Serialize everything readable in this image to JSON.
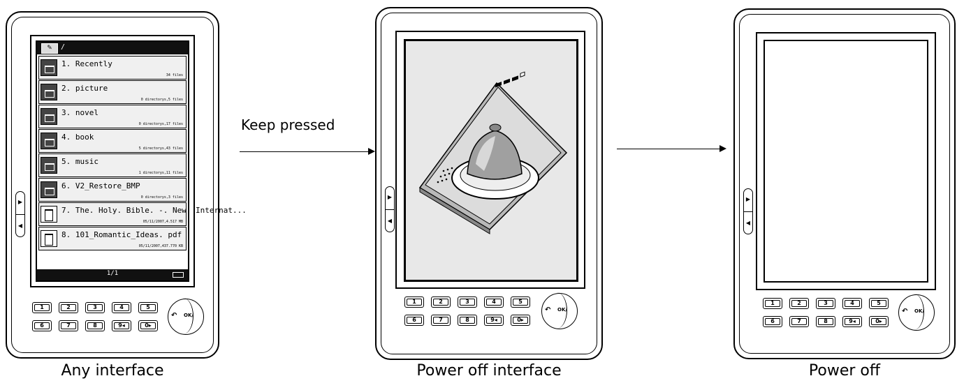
{
  "panels": [
    {
      "caption": "Any interface"
    },
    {
      "caption": "Power off interface"
    },
    {
      "caption": "Power off"
    }
  ],
  "arrows": [
    {
      "label": "Keep pressed"
    },
    {
      "label": ""
    }
  ],
  "keypad": {
    "row1": [
      "1",
      "2",
      "3",
      "4",
      "5"
    ],
    "row2": [
      "6",
      "7",
      "8",
      "9◂",
      "0▸"
    ],
    "ok_label": "OK/"
  },
  "file_list": {
    "path": "/",
    "page": "1/1",
    "items": [
      {
        "name": "1. Recently",
        "meta": "34 files"
      },
      {
        "name": "2. picture",
        "meta": "0 directorys,5 files"
      },
      {
        "name": "3. novel",
        "meta": "0 directorys,17 files"
      },
      {
        "name": "4. book",
        "meta": "5 directorys,43 files"
      },
      {
        "name": "5. music",
        "meta": "1 directorys,11 files"
      },
      {
        "name": "6. V2_Restore_BMP",
        "meta": "0 directorys,3 files"
      },
      {
        "name": "7. The. Holy. Bible. -. New. Internat...",
        "meta": "05/11/2007,4.517 MB"
      },
      {
        "name": "8. 101_Romantic_Ideas. pdf",
        "meta": "05/11/2007,437.770 KB"
      }
    ]
  },
  "icons": [
    "folder-icon",
    "pdf-icon",
    "pen-icon",
    "battery-icon",
    "back-icon",
    "book-icon"
  ]
}
